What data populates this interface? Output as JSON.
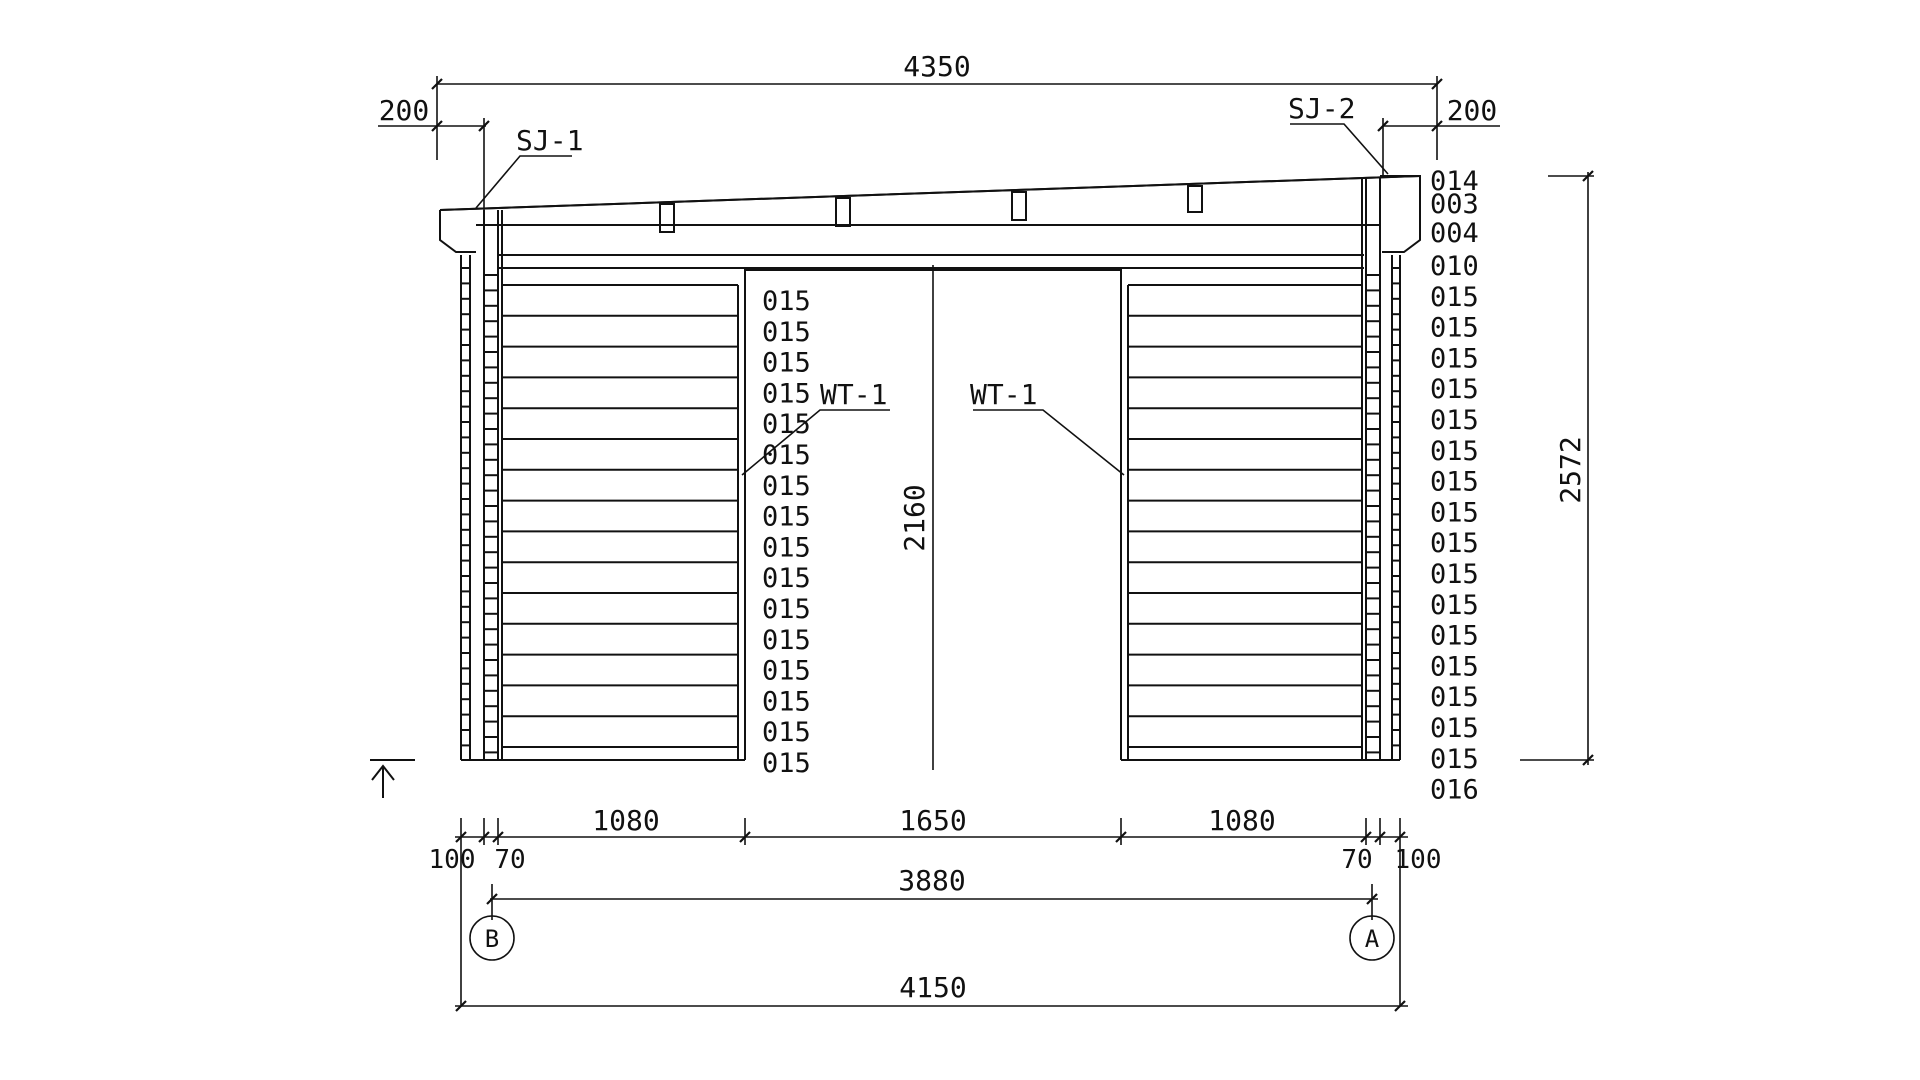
{
  "dimensions": {
    "overall_top": "4350",
    "overhang_left": "200",
    "overhang_right": "200",
    "wall_height": "2572",
    "opening_height": "2160",
    "bottom_segments": [
      "100",
      "70",
      "1080",
      "1650",
      "1080",
      "70",
      "100"
    ],
    "axis_spacing": "3880",
    "overall_bottom": "4150"
  },
  "callouts": {
    "left_corner": "SJ-1",
    "right_corner": "SJ-2",
    "left_wall_end": "WT-1",
    "right_wall_end": "WT-1"
  },
  "axes": {
    "left": "B",
    "right": "A"
  },
  "log_codes_left": [
    "015",
    "015",
    "015",
    "015",
    "015",
    "015",
    "015",
    "015",
    "015",
    "015",
    "015",
    "015",
    "015",
    "015",
    "015",
    "015"
  ],
  "log_codes_right": [
    "014",
    "003",
    "004",
    "010",
    "015",
    "015",
    "015",
    "015",
    "015",
    "015",
    "015",
    "015",
    "015",
    "015",
    "015",
    "015",
    "015",
    "015",
    "015",
    "015",
    "016"
  ],
  "colors": {
    "ink": "#111111",
    "paper": "#ffffff"
  }
}
